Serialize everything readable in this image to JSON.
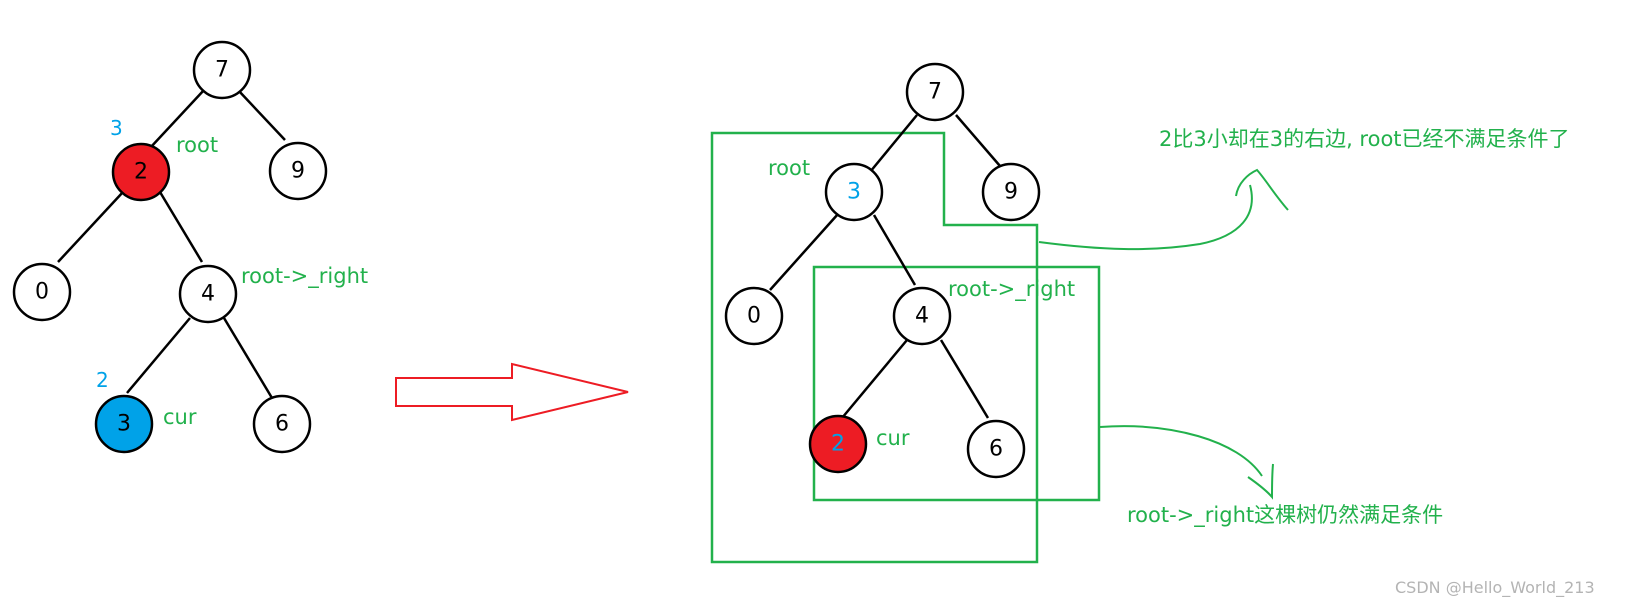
{
  "colors": {
    "red_node": "#ed1c24",
    "blue_node": "#00a2e8",
    "green": "#22b14c",
    "red_arrow": "#ed1c24"
  },
  "left_tree": {
    "nodes": [
      {
        "id": "n7",
        "value": "7"
      },
      {
        "id": "n2",
        "value": "2",
        "fill": "red"
      },
      {
        "id": "n9",
        "value": "9"
      },
      {
        "id": "n0",
        "value": "0"
      },
      {
        "id": "n4",
        "value": "4"
      },
      {
        "id": "n3",
        "value": "3",
        "fill": "blue"
      },
      {
        "id": "n6",
        "value": "6"
      }
    ],
    "labels": {
      "root": "root",
      "root_right": "root->_right",
      "cur": "cur",
      "swap_above_root": "3",
      "swap_above_cur": "2"
    }
  },
  "right_tree": {
    "nodes": [
      {
        "id": "m7",
        "value": "7"
      },
      {
        "id": "m3",
        "value": "3"
      },
      {
        "id": "m9",
        "value": "9"
      },
      {
        "id": "m0",
        "value": "0"
      },
      {
        "id": "m4",
        "value": "4"
      },
      {
        "id": "m2",
        "value": "2",
        "fill": "red"
      },
      {
        "id": "m6",
        "value": "6"
      }
    ],
    "labels": {
      "root": "root",
      "root_right": "root->_right",
      "cur": "cur"
    }
  },
  "annotations": {
    "top_note": "2比3小却在3的右边, root已经不满足条件了",
    "bottom_note": "root->_right这棵树仍然满足条件"
  },
  "watermark": "CSDN @Hello_World_213"
}
